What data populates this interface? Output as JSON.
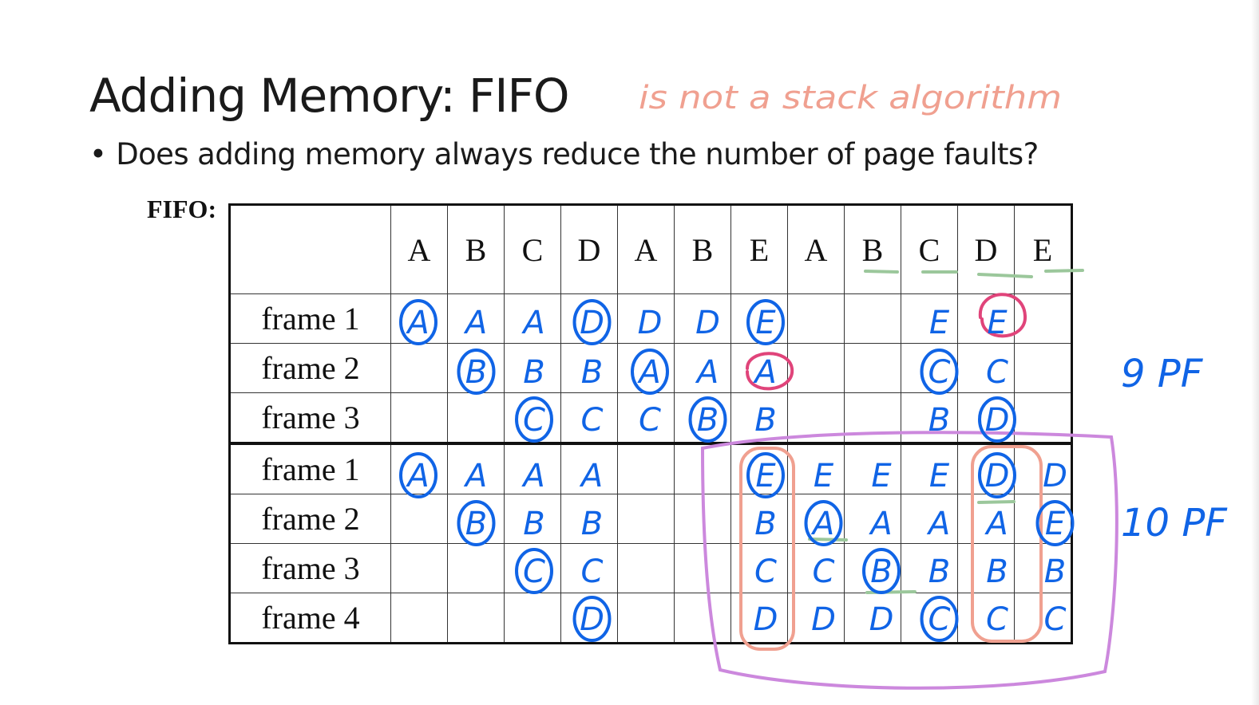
{
  "title": "Adding Memory: FIFO",
  "bullet": "Does adding memory always reduce the number of page faults?",
  "table": {
    "label": "FIFO:",
    "references": [
      "A",
      "B",
      "C",
      "D",
      "A",
      "B",
      "E",
      "A",
      "B",
      "C",
      "D",
      "E"
    ],
    "three_frame_rows": [
      "frame 1",
      "frame 2",
      "frame 3"
    ],
    "four_frame_rows": [
      "frame 1",
      "frame 2",
      "frame 3",
      "frame 4"
    ]
  },
  "annotations": {
    "red_note": "is not a stack algorithm",
    "fault_count_three_frames": "9 PF",
    "fault_count_four_frames": "10 PF",
    "three_frame_trace": [
      [
        "A",
        "",
        ""
      ],
      [
        "A",
        "B",
        ""
      ],
      [
        "A",
        "B",
        "C"
      ],
      [
        "D",
        "B",
        "C"
      ],
      [
        "D",
        "A",
        "C"
      ],
      [
        "D",
        "A",
        "B"
      ],
      [
        "E",
        "A",
        "B"
      ],
      [
        "",
        "",
        ""
      ],
      [
        "",
        "",
        ""
      ],
      [
        "E",
        "C",
        "B"
      ],
      [
        "E",
        "C",
        "D"
      ],
      [
        "",
        "",
        ""
      ]
    ],
    "three_frame_faults": [
      [
        0,
        0
      ],
      [
        1,
        1
      ],
      [
        2,
        2
      ],
      [
        3,
        0
      ],
      [
        4,
        1
      ],
      [
        5,
        2
      ],
      [
        6,
        0
      ],
      [
        9,
        1
      ],
      [
        10,
        2
      ]
    ],
    "four_frame_trace": [
      [
        "A",
        "",
        "",
        ""
      ],
      [
        "A",
        "B",
        "",
        ""
      ],
      [
        "A",
        "B",
        "C",
        ""
      ],
      [
        "A",
        "B",
        "C",
        "D"
      ],
      [
        "",
        "",
        "",
        ""
      ],
      [
        "",
        "",
        "",
        ""
      ],
      [
        "E",
        "B",
        "C",
        "D"
      ],
      [
        "E",
        "A",
        "C",
        "D"
      ],
      [
        "E",
        "A",
        "B",
        "D"
      ],
      [
        "E",
        "A",
        "B",
        "C"
      ],
      [
        "D",
        "A",
        "B",
        "C"
      ],
      [
        "D",
        "E",
        "B",
        "C"
      ]
    ],
    "four_frame_faults": [
      [
        0,
        0
      ],
      [
        1,
        1
      ],
      [
        2,
        2
      ],
      [
        3,
        3
      ],
      [
        6,
        0
      ],
      [
        7,
        1
      ],
      [
        8,
        2
      ],
      [
        9,
        3
      ],
      [
        10,
        0
      ],
      [
        11,
        1
      ]
    ],
    "colors": {
      "blue_ink": "#1064e6",
      "red_ink": "#f0a090",
      "pink_ink": "#e0447a",
      "purple_ink": "#cc88dd",
      "green_ink": "#9bc79b"
    }
  }
}
